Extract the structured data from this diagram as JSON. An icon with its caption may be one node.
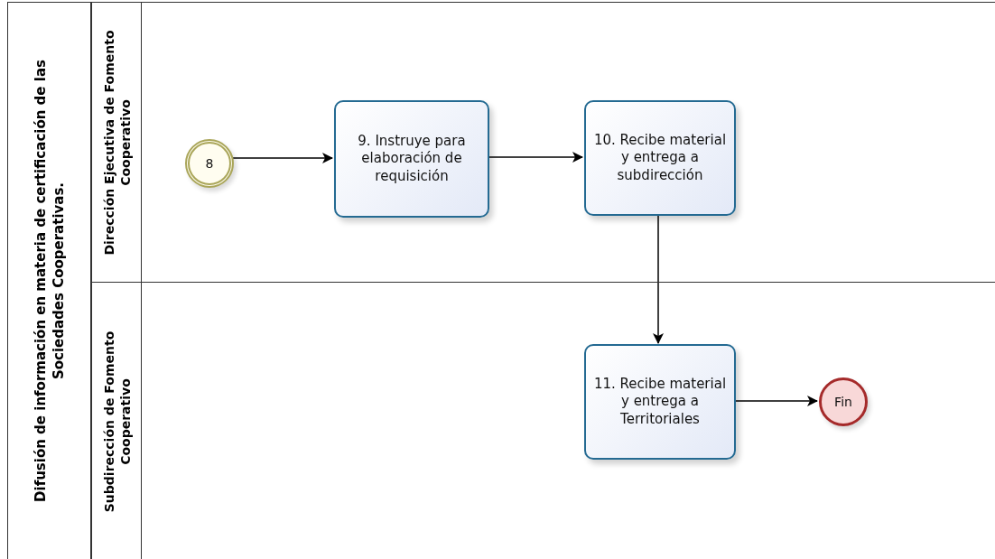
{
  "diagram": {
    "nodes": [
      {
        "text": [
          "Difusión de información en materia de certificación de las Sociedades Cooperativas."
        ]
      },
      {
        "text": [
          "Dirección Ejecutiva de Fomento Cooperativo"
        ],
        "in": 0
      },
      {
        "text": [
          "8"
        ],
        "in": 1
      },
      {
        "text": [
          "9. Instruye para elaboración de requisición"
        ],
        "in": 1
      },
      {
        "text": [
          "10. Recibe material y entrega a subdirección"
        ],
        "in": 1
      },
      {
        "text": [
          "Subdirección de Fomento Cooperativo"
        ],
        "in": 0
      },
      {
        "text": [
          "11.  Recibe material y entrega a Territoriales"
        ],
        "in": 5
      },
      {
        "text": [
          "Fin"
        ],
        "in": 5
      }
    ],
    "edges": [
      {
        "from": 2,
        "to": 3,
        "arrow": "to"
      },
      {
        "from": 3,
        "to": 4,
        "arrow": "to"
      },
      {
        "from": 4,
        "to": 6,
        "arrow": "to"
      },
      {
        "from": 6,
        "to": 7,
        "arrow": "to"
      }
    ]
  }
}
